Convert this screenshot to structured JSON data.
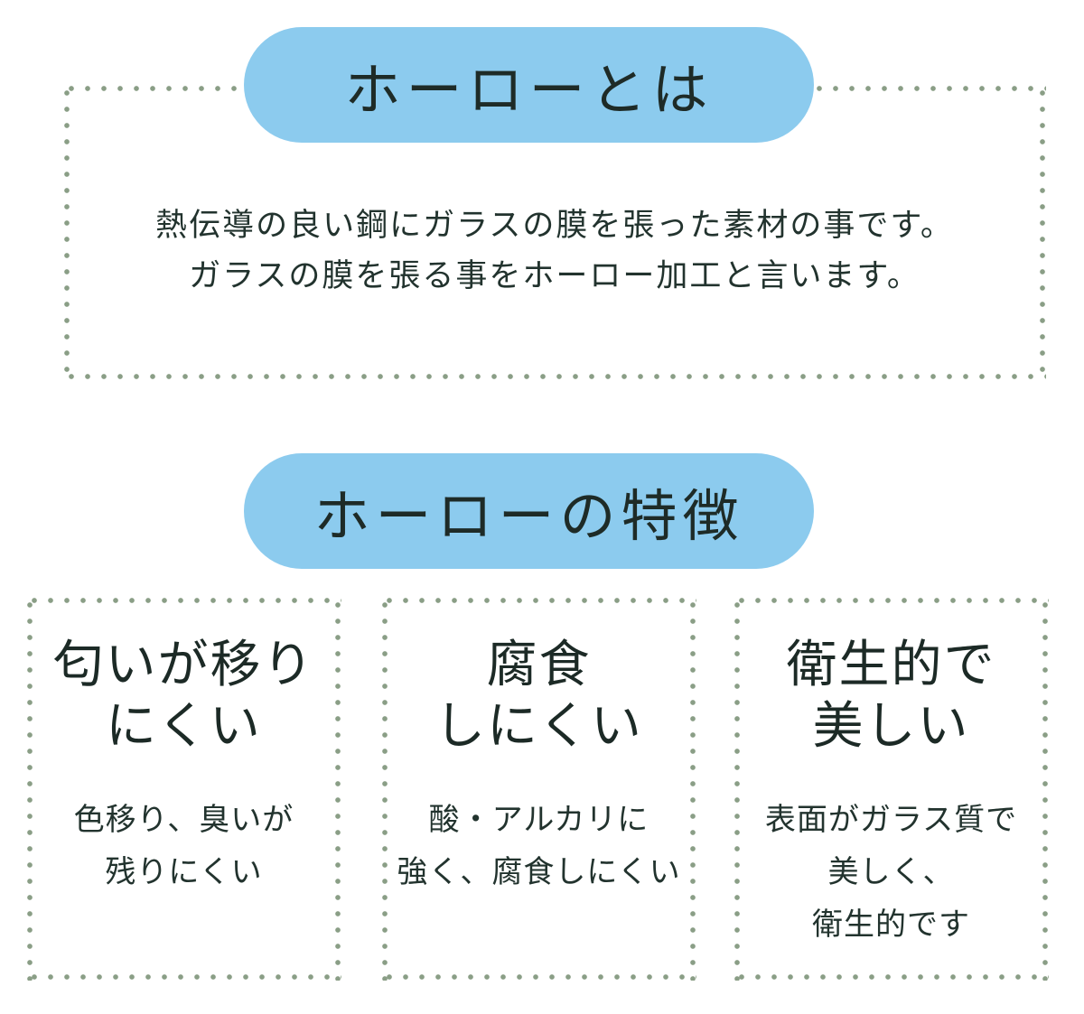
{
  "section_about": {
    "heading": "ホーローとは",
    "lines": [
      "熱伝導の良い鋼にガラスの膜を張った素材の事です。",
      "ガラスの膜を張る事をホーロー加工と言います。"
    ]
  },
  "section_features": {
    "heading": "ホーローの特徴",
    "items": [
      {
        "title_lines": [
          "匂いが移り",
          "にくい"
        ],
        "desc_lines": [
          "色移り、臭いが",
          "残りにくい"
        ]
      },
      {
        "title_lines": [
          "腐食",
          "しにくい"
        ],
        "desc_lines": [
          "酸・アルカリに",
          "強く、腐食しにくい"
        ]
      },
      {
        "title_lines": [
          "衛生的で",
          "美しい"
        ],
        "desc_lines": [
          "表面がガラス質で",
          "美しく、",
          "衛生的です"
        ]
      }
    ]
  },
  "colors": {
    "pill_bg": "#8ccbee",
    "dot": "#8a9e86",
    "text": "#22332e"
  }
}
